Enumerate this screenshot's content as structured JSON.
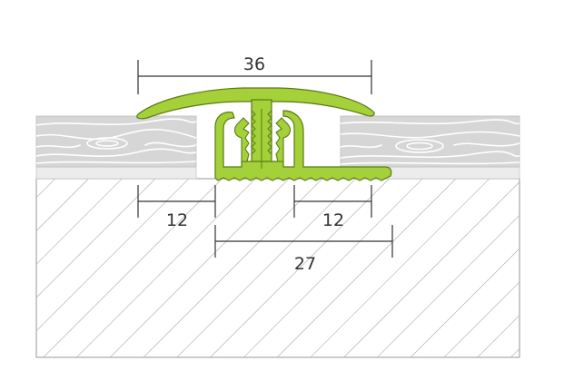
{
  "dimensions": {
    "top_width": "36",
    "left_gap": "12",
    "right_gap": "12",
    "base_width": "27"
  },
  "colors": {
    "profile": "#a4d039",
    "profile_stroke": "#5b7a14",
    "wood": "#d8d8d8",
    "underlay": "#e9e9e9",
    "subfloor_hatch": "#9a9a9a",
    "dimension_line": "#333333"
  }
}
